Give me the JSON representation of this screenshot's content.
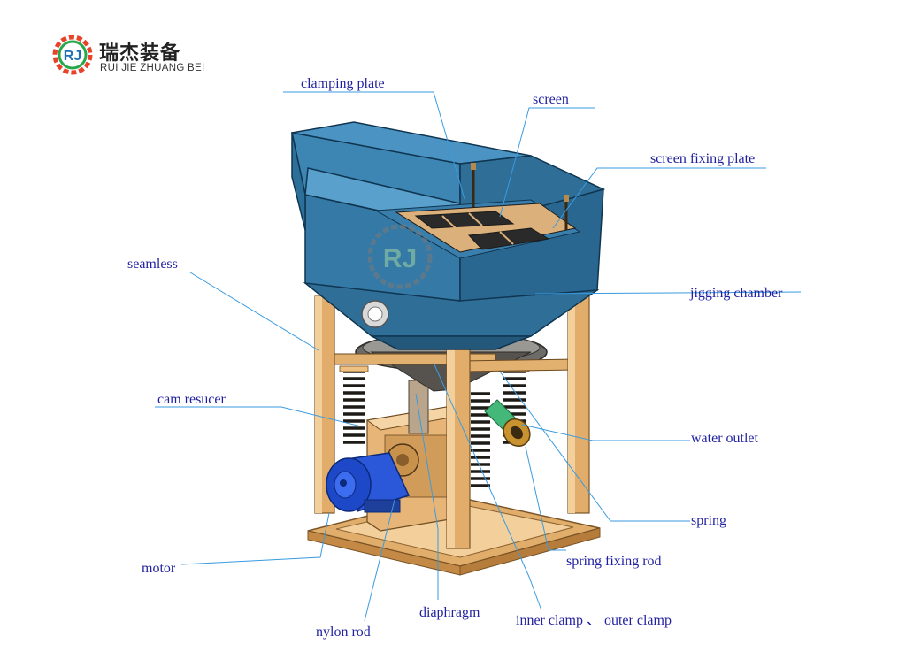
{
  "brand": {
    "logo_letters": "RJ",
    "name_cn": "瑞杰装备",
    "name_en": "RUI JIE ZHUANG BEI"
  },
  "labels": {
    "clamping_plate": "clamping plate",
    "screen": "screen",
    "screen_fixing_plate": "screen fixing plate",
    "seamless": "seamless",
    "jigging_chamber": "jigging chamber",
    "cam_resucer": "cam resucer",
    "water_outlet": "water outlet",
    "spring": "spring",
    "spring_fixing_rod": "spring fixing rod",
    "motor": "motor",
    "diaphragm": "diaphragm",
    "nylon_rod": "nylon rod",
    "inner_outer_clamp": "inner clamp 、 outer clamp"
  },
  "colors": {
    "hopper_blue": "#2f6e97",
    "hopper_dark": "#1e4d6d",
    "frame_orange": "#d9a460",
    "spring_dark": "#3a3630",
    "motor_blue": "#1d49c8",
    "pipe_green": "#43b879",
    "label_text": "#1f1fa0",
    "leader_line": "#3a9be0"
  }
}
